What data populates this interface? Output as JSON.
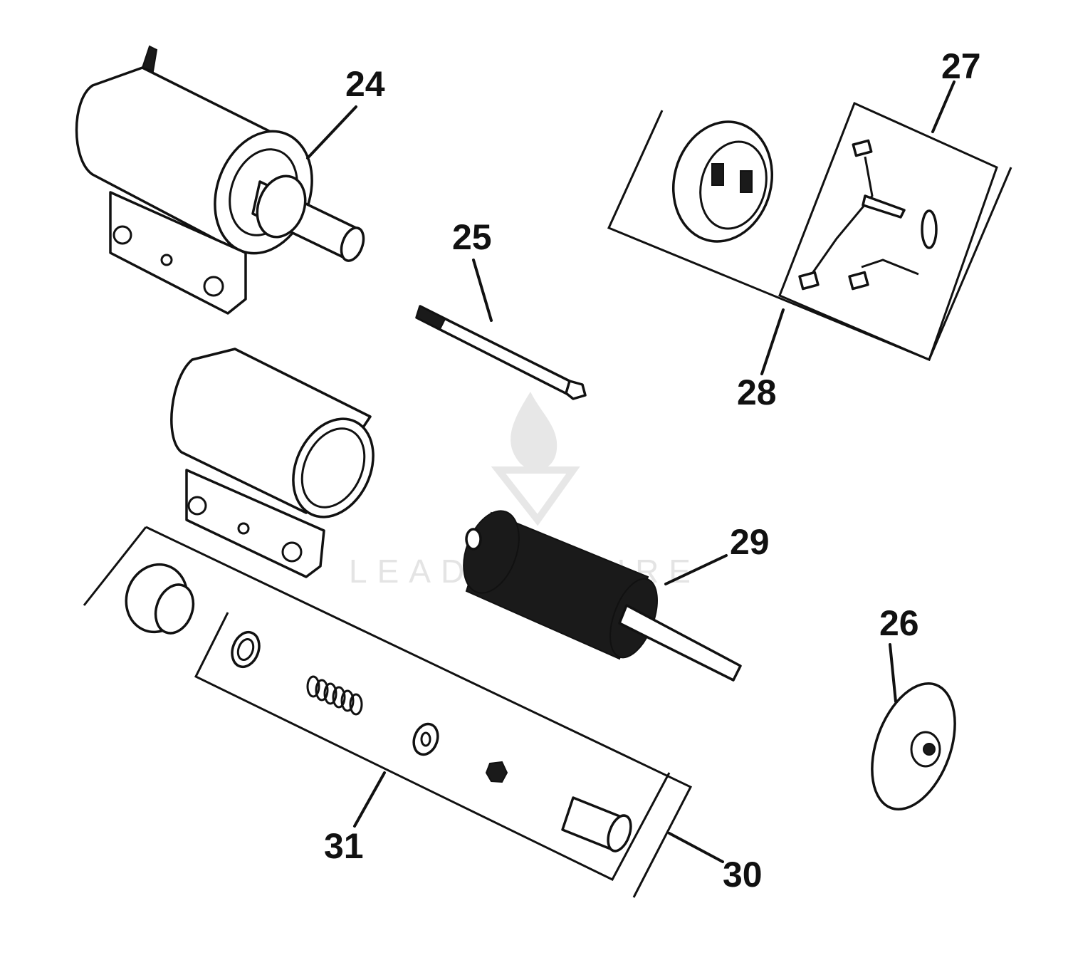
{
  "labels": {
    "l24": "24",
    "l25": "25",
    "l26": "26",
    "l27": "27",
    "l28": "28",
    "l29": "29",
    "l30": "30",
    "l31": "31"
  },
  "watermark": {
    "text": "LEADVENTURE"
  },
  "colors": {
    "ink": "#111111",
    "background": "#ffffff",
    "watermark": "#cfcfcf"
  }
}
